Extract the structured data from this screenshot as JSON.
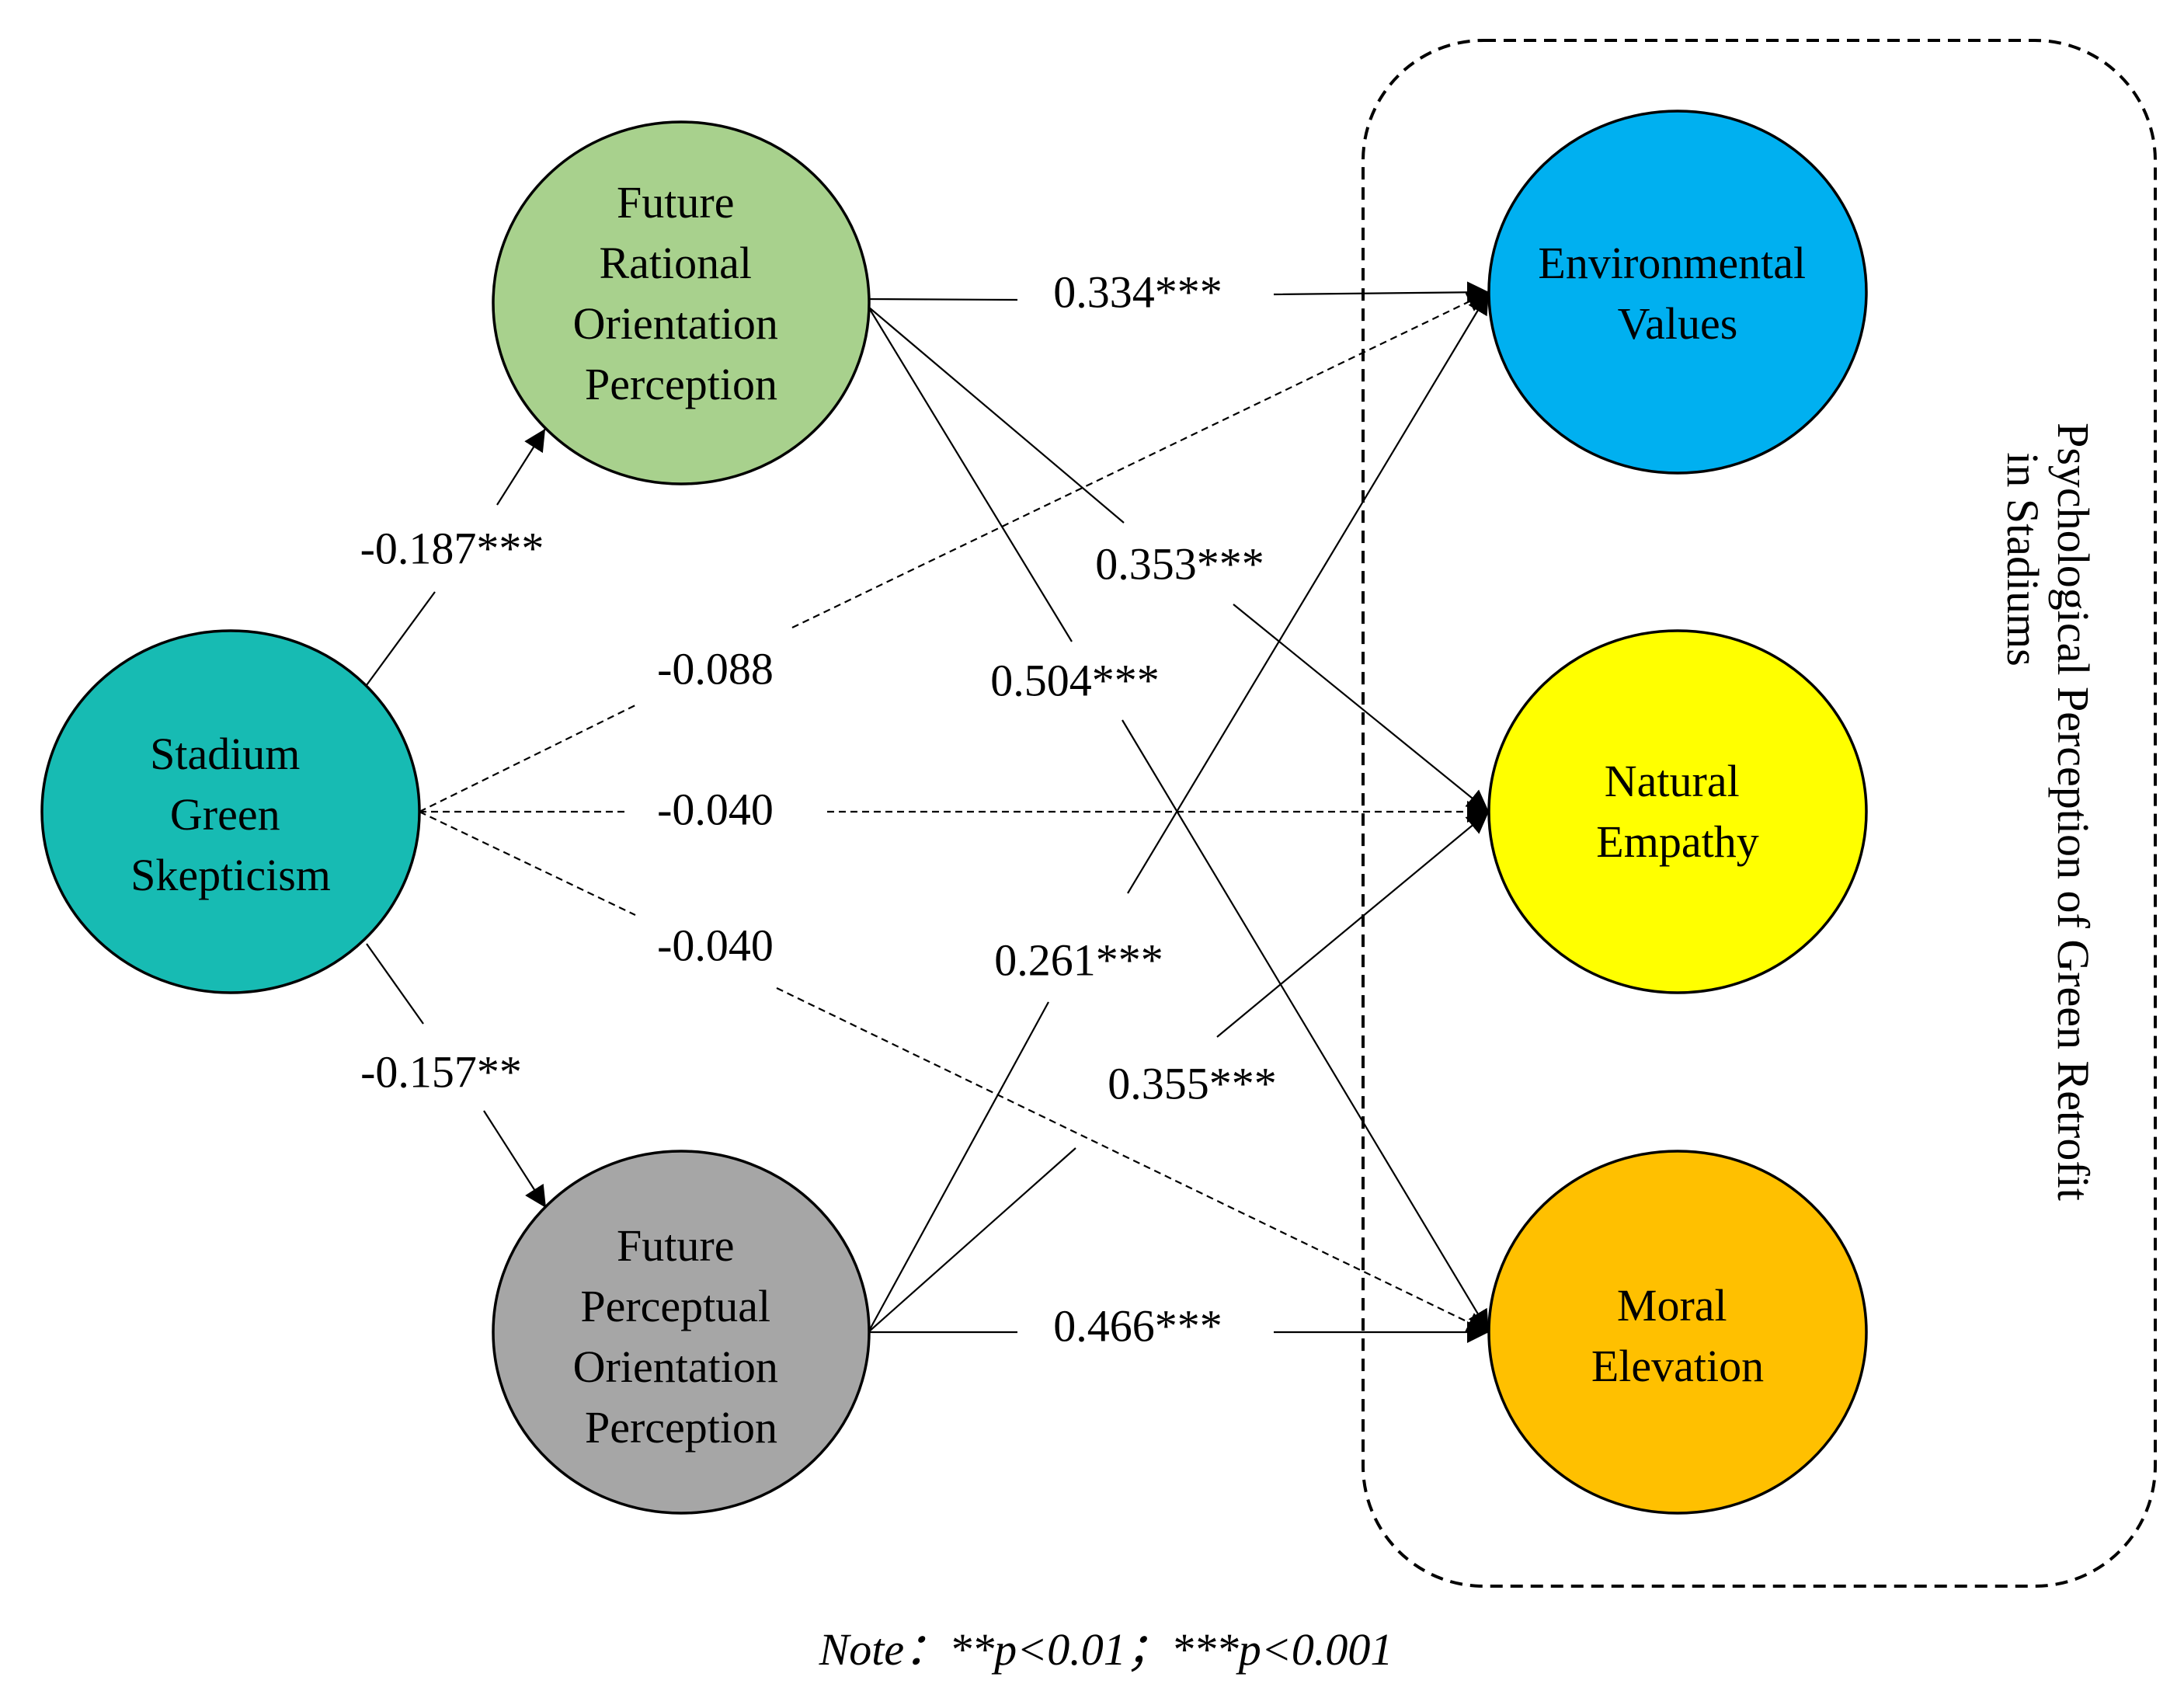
{
  "nodes": {
    "skepticism": {
      "lines": [
        "Stadium",
        "Green",
        "Skepticism"
      ],
      "color": "#17BBB3"
    },
    "rational": {
      "lines": [
        "Future",
        "Rational",
        "Orientation",
        "Perception"
      ],
      "color": "#A8D18D"
    },
    "perceptual": {
      "lines": [
        "Future",
        "Perceptual",
        "Orientation",
        "Perception"
      ],
      "color": "#A6A6A6"
    },
    "env_values": {
      "lines": [
        "Environmental",
        "Values"
      ],
      "color": "#00B0F0"
    },
    "empathy": {
      "lines": [
        "Natural",
        "Empathy"
      ],
      "color": "#FFFF00"
    },
    "elevation": {
      "lines": [
        "Moral",
        "Elevation"
      ],
      "color": "#FFC000"
    }
  },
  "paths": {
    "skep_rational": "-0.187***",
    "skep_perceptual": "-0.157**",
    "skep_env": "-0.088",
    "skep_empathy": "-0.040",
    "skep_elevation": "-0.040",
    "rational_env": "0.334***",
    "rational_empathy": "0.353***",
    "rational_elevation": "0.504***",
    "perceptual_env": "0.261***",
    "perceptual_empathy": "0.355***",
    "perceptual_elevation": "0.466***"
  },
  "group_label": {
    "line1": "Psychological Perception of Green Retrofit",
    "line2": "in Stadiums"
  },
  "note": "Note：**p<0.01；***p<0.001"
}
